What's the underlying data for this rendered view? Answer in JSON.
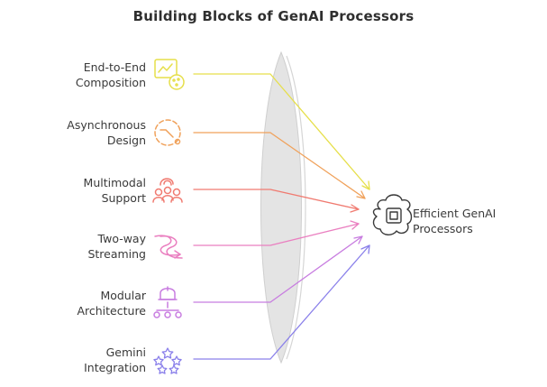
{
  "title": "Building Blocks of GenAI Processors",
  "inputs": [
    {
      "line1": "End-to-End",
      "line2": "Composition",
      "icon": "composition-icon",
      "color": "#e6df4a"
    },
    {
      "line1": "Asynchronous",
      "line2": "Design",
      "icon": "async-clock-icon",
      "color": "#f0a15a"
    },
    {
      "line1": "Multimodal",
      "line2": "Support",
      "icon": "people-icon",
      "color": "#f07a70"
    },
    {
      "line1": "Two-way",
      "line2": "Streaming",
      "icon": "streaming-arrows-icon",
      "color": "#ea7fc0"
    },
    {
      "line1": "Modular",
      "line2": "Architecture",
      "icon": "modules-hierarchy-icon",
      "color": "#c87de0"
    },
    {
      "line1": "Gemini",
      "line2": "Integration",
      "icon": "stars-icon",
      "color": "#8a80ea"
    }
  ],
  "output": {
    "line1": "Efficient GenAI",
    "line2": "Processors",
    "icon": "cpu-chip-icon"
  },
  "lens_color": "#e4e4e4"
}
